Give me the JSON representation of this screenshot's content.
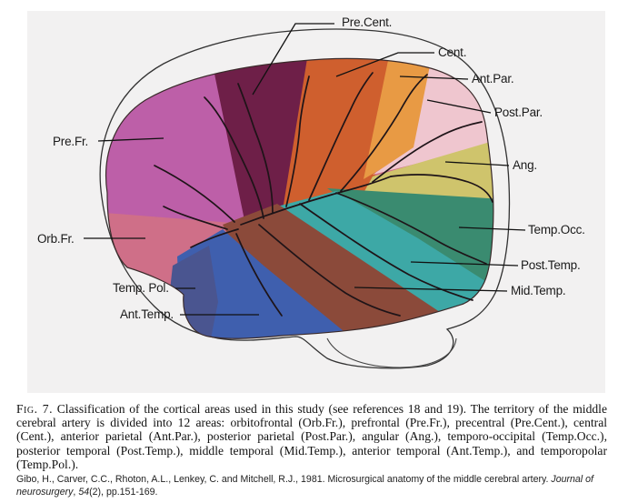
{
  "figure": {
    "labels": {
      "pre_cent": "Pre.Cent.",
      "cent": "Cent.",
      "ant_par": "Ant.Par.",
      "post_par": "Post.Par.",
      "pre_fr": "Pre.Fr.",
      "ang": "Ang.",
      "orb_fr": "Orb.Fr.",
      "temp_occ": "Temp.Occ.",
      "post_temp": "Post.Temp.",
      "temp_pol": "Temp. Pol.",
      "mid_temp": "Mid.Temp.",
      "ant_temp": "Ant.Temp."
    },
    "colors": {
      "orb_fr": "#cf6f88",
      "pre_fr": "#bd5fa8",
      "pre_cent": "#6e1f48",
      "cent": "#cf5f2e",
      "ant_par": "#e89a44",
      "post_par": "#efc6cf",
      "ang": "#cfc46c",
      "temp_occ": "#3a8b70",
      "post_temp": "#3da8a6",
      "mid_temp": "#8b4a3a",
      "ant_temp": "#3f5fae",
      "temp_pol": "#4a5590"
    }
  },
  "caption": {
    "fig_label": "Fig. 7.",
    "text": "Classification of the cortical areas used in this study (see references 18 and 19). The territory of the middle cerebral artery is divided into 12 areas: orbitofrontal (Orb.Fr.), prefrontal (Pre.Fr.), precentral (Pre.Cent.), central (Cent.), anterior parietal (Ant.Par.), posterior parietal (Post.Par.), angular (Ang.), temporo-occipital (Temp.Occ.), posterior temporal (Post.Temp.), middle temporal (Mid.Temp.), anterior temporal (Ant.Temp.), and temporopolar (Temp.Pol.)."
  },
  "citation": {
    "authors": "Gibo, H., Carver, C.C., Rhoton, A.L., Lenkey, C. and Mitchell, R.J., 1981. Microsurgical anatomy of the middle cerebral artery.",
    "journal": "Journal of neurosurgery",
    "volume": "54",
    "issue_pages": "(2), pp.151-169."
  }
}
